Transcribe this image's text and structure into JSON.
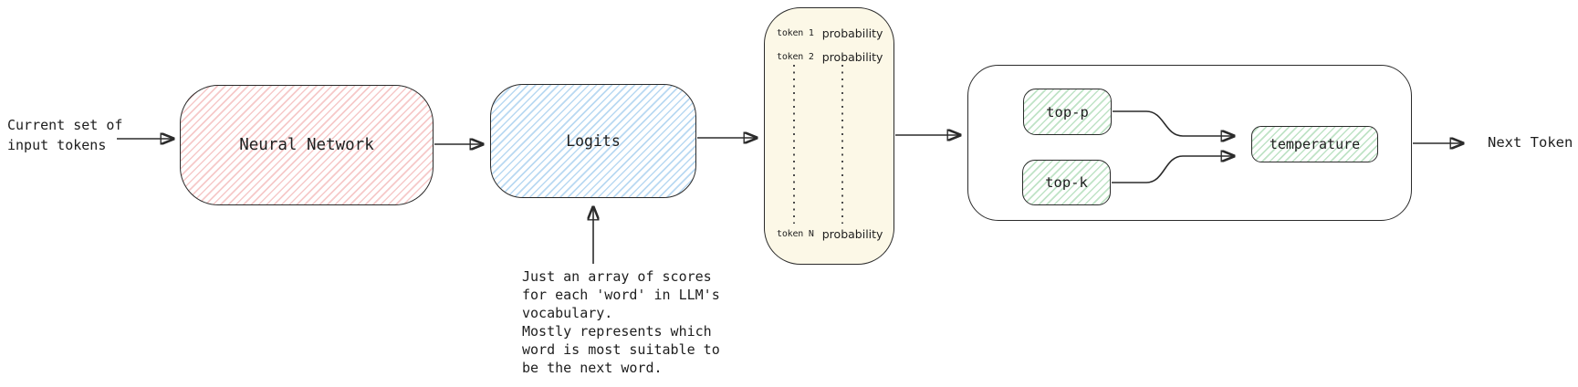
{
  "colors": {
    "stroke": "#2b2b2b",
    "text": "#1e1e1e",
    "hatch-pink": "#f6c9c9",
    "hatch-blue": "#b9d9f2",
    "hatch-yellow": "#eeddа4",
    "hatch-green": "#bfe3c6",
    "prob-bg": "#fcf8e7"
  },
  "nodes": {
    "input_label": "Current set of\ninput tokens",
    "neural_network_label": "Neural Network",
    "logits_label": "Logits",
    "prob_rows": [
      {
        "token": "token 1",
        "value": "probability"
      },
      {
        "token": "token 2",
        "value": "probability"
      },
      {
        "token": "token N",
        "value": "probability"
      }
    ],
    "top_p_label": "top-p",
    "top_k_label": "top-k",
    "temperature_label": "temperature",
    "next_token_label": "Next Token",
    "logits_note": "Just an array of scores\nfor each 'word' in LLM's\nvocabulary.\nMostly represents which\nword is most suitable to\nbe the next word."
  }
}
